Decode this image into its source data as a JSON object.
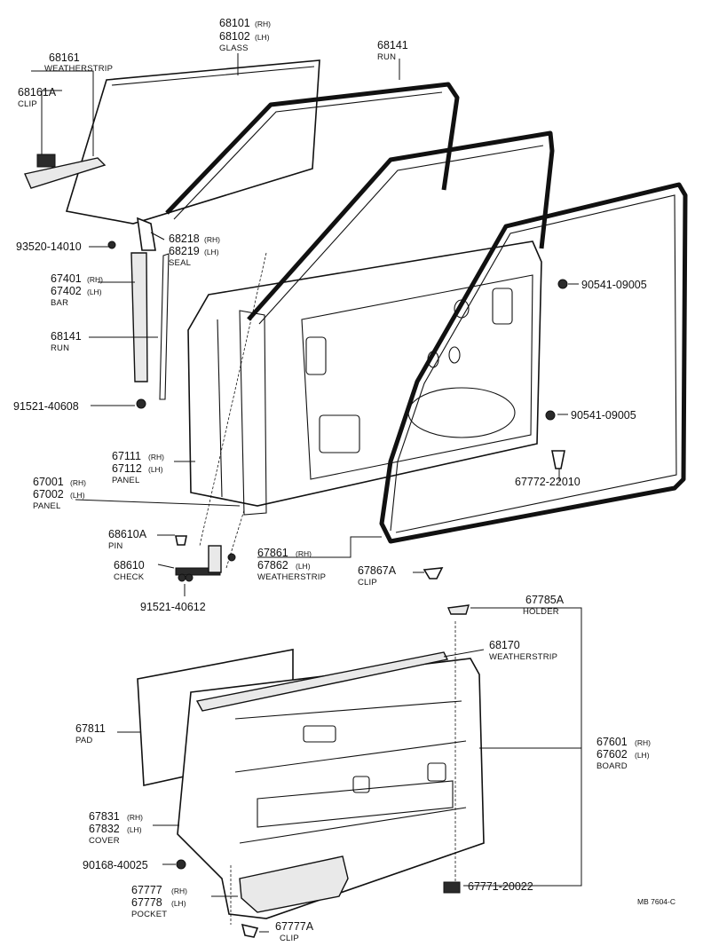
{
  "footer_code": "MB 7604-C",
  "labels": {
    "l68101": {
      "num": "68101",
      "side": "(RH)"
    },
    "l68102": {
      "num": "68102",
      "side": "(LH)",
      "desc": "GLASS"
    },
    "l68141a": {
      "num": "68141",
      "desc": "RUN"
    },
    "l68161": {
      "num": "68161",
      "desc": "WEATHERSTRIP"
    },
    "l68161a": {
      "num": "68161A",
      "desc": "CLIP"
    },
    "l93520": {
      "num": "93520-14010"
    },
    "l68218": {
      "num": "68218",
      "side": "(RH)"
    },
    "l68219": {
      "num": "68219",
      "side": "(LH)",
      "desc": "SEAL"
    },
    "l67401": {
      "num": "67401",
      "side": "(RH)"
    },
    "l67402": {
      "num": "67402",
      "side": "(LH)",
      "desc": "BAR"
    },
    "l68141b": {
      "num": "68141",
      "desc": "RUN"
    },
    "l91521a": {
      "num": "91521-40608"
    },
    "l90541a": {
      "num": "90541-09005"
    },
    "l90541b": {
      "num": "90541-09005"
    },
    "l67772": {
      "num": "67772-22010"
    },
    "l67111": {
      "num": "67111",
      "side": "(RH)"
    },
    "l67112": {
      "num": "67112",
      "side": "(LH)",
      "desc": "PANEL"
    },
    "l67001": {
      "num": "67001",
      "side": "(RH)"
    },
    "l67002": {
      "num": "67002",
      "side": "(LH)",
      "desc": "PANEL"
    },
    "l68610a": {
      "num": "68610A",
      "desc": "PIN"
    },
    "l68610": {
      "num": "68610",
      "desc": "CHECK"
    },
    "l91521b": {
      "num": "91521-40612"
    },
    "l67861": {
      "num": "67861",
      "side": "(RH)"
    },
    "l67862": {
      "num": "67862",
      "side": "(LH)",
      "desc": "WEATHERSTRIP"
    },
    "l67867a": {
      "num": "67867A",
      "desc": "CLIP"
    },
    "l67785a": {
      "num": "67785A",
      "desc": "HOLDER"
    },
    "l68170": {
      "num": "68170",
      "desc": "WEATHERSTRIP"
    },
    "l67811": {
      "num": "67811",
      "desc": "PAD"
    },
    "l67601": {
      "num": "67601",
      "side": "(RH)"
    },
    "l67602": {
      "num": "67602",
      "side": "(LH)",
      "desc": "BOARD"
    },
    "l67831": {
      "num": "67831",
      "side": "(RH)"
    },
    "l67832": {
      "num": "67832",
      "side": "(LH)",
      "desc": "COVER"
    },
    "l90168": {
      "num": "90168-40025"
    },
    "l67777": {
      "num": "67777",
      "side": "(RH)"
    },
    "l67778": {
      "num": "67778",
      "side": "(LH)",
      "desc": "POCKET"
    },
    "l67771": {
      "num": "67771-20022"
    },
    "l67777a": {
      "num": "67777A",
      "desc": "CLIP"
    }
  }
}
